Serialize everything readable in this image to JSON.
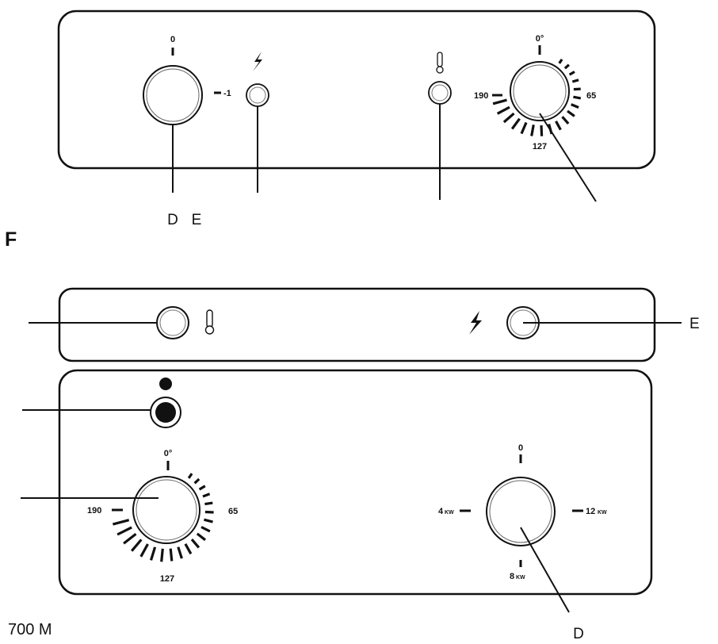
{
  "panel_top": {
    "power_dial": {
      "label_zero": "0",
      "label_minus_one": "-1"
    },
    "thermostat_dial": {
      "label_zero": "0°",
      "label_high": "190",
      "label_low": "65",
      "label_mid": "127"
    }
  },
  "callouts_top": {
    "d": "D",
    "e": "E"
  },
  "figure_label": "F",
  "panel_bottom": {
    "thermostat_dial": {
      "label_zero": "0°",
      "label_high": "190",
      "label_low": "65",
      "label_mid": "127"
    },
    "power_dial": {
      "label_zero": "0",
      "label_4": "4",
      "label_4_unit": "KW",
      "label_12": "12",
      "label_12_unit": "KW",
      "label_8": "8",
      "label_8_unit": "KW"
    }
  },
  "callouts_bottom": {
    "e": "E",
    "d": "D"
  },
  "model_label": "700  M"
}
